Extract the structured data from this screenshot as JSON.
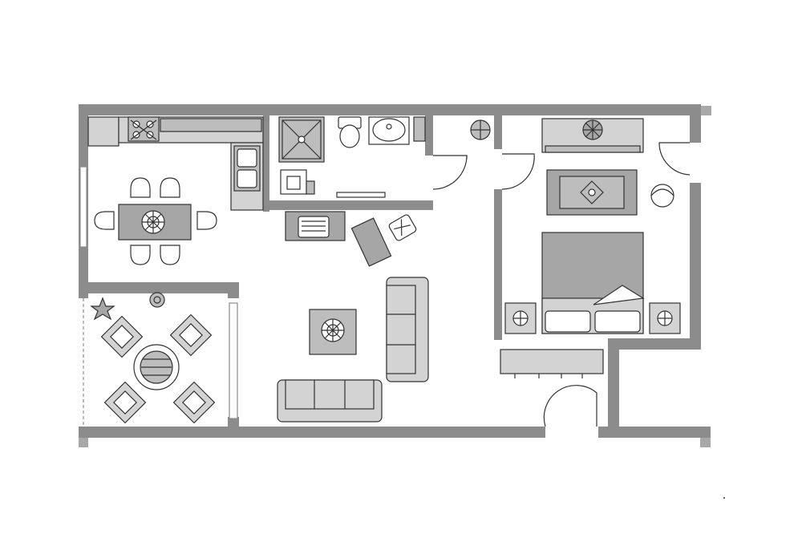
{
  "plan": {
    "type": "floor-plan",
    "rooms": [
      "kitchen",
      "dining",
      "bathroom",
      "living-room",
      "bedroom",
      "patio"
    ]
  },
  "colors": {
    "wall": "#8c8c8c",
    "furniture": "#d3d3d3",
    "furniture_dark": "#a6a6a6",
    "background": "#ffffff"
  }
}
